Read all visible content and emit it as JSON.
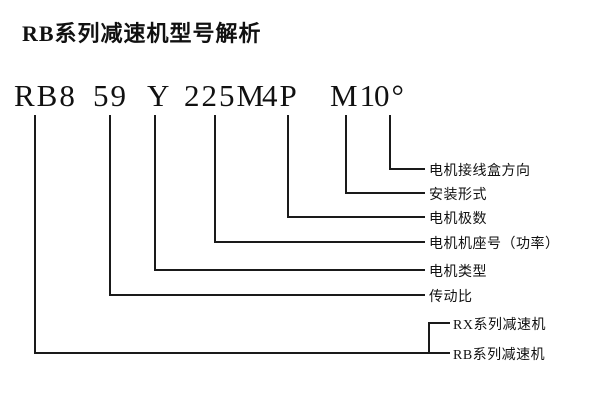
{
  "title": "RB系列减速机型号解析",
  "model_code": {
    "full": "RB8 59 Y 225M 4P M1 0°",
    "segments": [
      {
        "text": "RB8",
        "meaning": "RB系列减速机 / RX系列减速机"
      },
      {
        "text": "59",
        "meaning": "传动比"
      },
      {
        "text": "Y",
        "meaning": "电机类型"
      },
      {
        "text": "225M",
        "meaning": "电机机座号（功率）"
      },
      {
        "text": "4P",
        "meaning": "电机极数"
      },
      {
        "text": "M1",
        "meaning": "安装形式"
      },
      {
        "text": "0°",
        "meaning": "电机接线盒方向"
      }
    ]
  },
  "labels": [
    {
      "text": "电机接线盒方向"
    },
    {
      "text": "安装形式"
    },
    {
      "text": "电机极数"
    },
    {
      "text": "电机机座号（功率）"
    },
    {
      "text": "电机类型"
    },
    {
      "text": "传动比"
    },
    {
      "text": "RX系列减速机"
    },
    {
      "text": "RB系列减速机"
    }
  ],
  "colors": {
    "background": "#ffffff",
    "line": "#1a1a1a",
    "text": "#111111"
  }
}
